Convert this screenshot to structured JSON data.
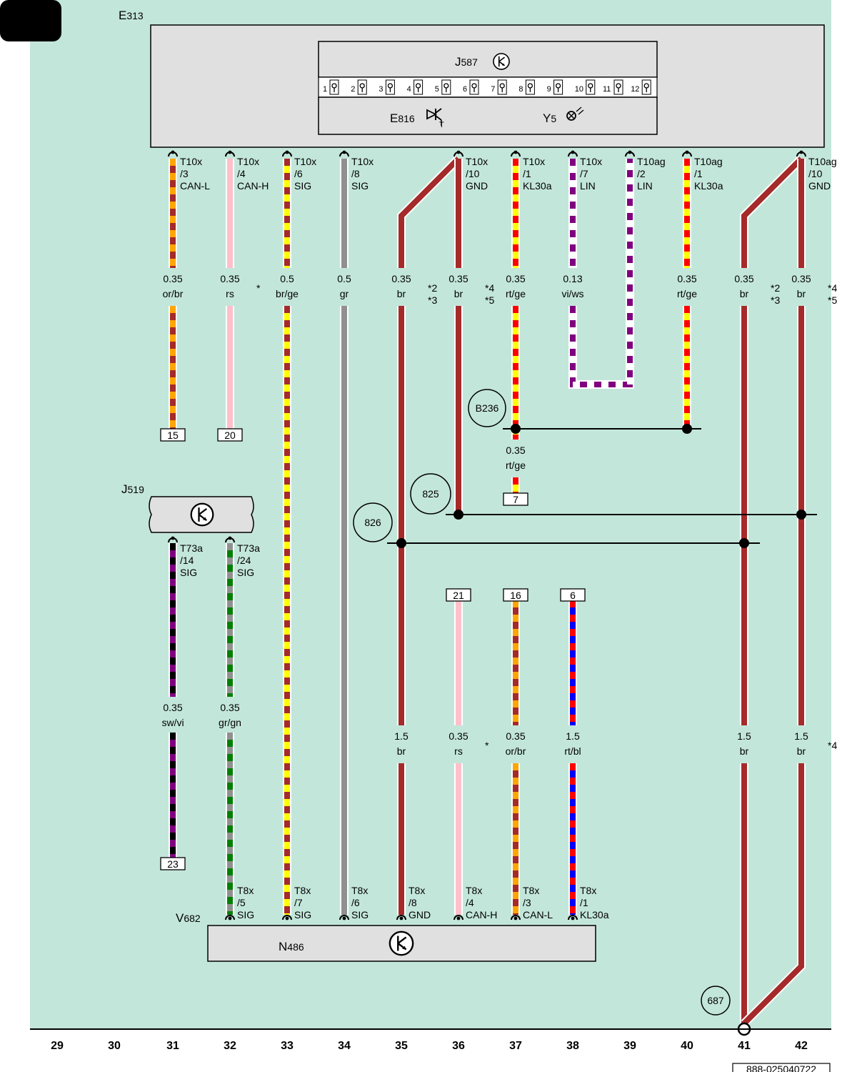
{
  "colors": {
    "background": "#c3e6da",
    "component_fill": "#e0e0e0",
    "br": "#a52a2a",
    "or": "#ffa500",
    "rs": "#ffc0cb",
    "ge": "#ffff00",
    "gr": "#909090",
    "rt": "#ff0000",
    "vi": "#800080",
    "ws": "#ffffff",
    "sw": "#000000",
    "gn": "#008000",
    "bl": "#0000ff"
  },
  "icons": {
    "control_unit": "control-unit-icon",
    "light_sensor": "light-sensor-icon",
    "lamp": "lamp-icon",
    "ground_point": "ground-point-icon",
    "connection_point": "connection-point-icon"
  },
  "components": {
    "E313": {
      "main": "E",
      "sub": "313"
    },
    "J587": {
      "main": "J",
      "sub": "587"
    },
    "E816": {
      "main": "E",
      "sub": "816"
    },
    "Y5": {
      "main": "Y",
      "sub": "5"
    },
    "J519": {
      "main": "J",
      "sub": "519"
    },
    "V682": {
      "main": "V",
      "sub": "682"
    },
    "N486": {
      "main": "N",
      "sub": "486"
    }
  },
  "pins": [
    "1",
    "2",
    "3",
    "4",
    "5",
    "6",
    "7",
    "8",
    "9",
    "10",
    "11",
    "12"
  ],
  "top_connectors": [
    {
      "id": "c31",
      "lines": [
        "T10x",
        "/3",
        "CAN-L"
      ]
    },
    {
      "id": "c32",
      "lines": [
        "T10x",
        "/4",
        "CAN-H"
      ]
    },
    {
      "id": "c33",
      "lines": [
        "T10x",
        "/6",
        "SIG"
      ]
    },
    {
      "id": "c34",
      "lines": [
        "T10x",
        "/8",
        "SIG"
      ]
    },
    {
      "id": "c36",
      "lines": [
        "T10x",
        "/10",
        "GND"
      ]
    },
    {
      "id": "c37",
      "lines": [
        "T10x",
        "/1",
        "KL30a"
      ]
    },
    {
      "id": "c38",
      "lines": [
        "T10x",
        "/7",
        "LIN"
      ]
    },
    {
      "id": "c39",
      "lines": [
        "T10ag",
        "/2",
        "LIN"
      ]
    },
    {
      "id": "c40",
      "lines": [
        "T10ag",
        "/1",
        "KL30a"
      ]
    },
    {
      "id": "c42",
      "lines": [
        "T10ag",
        "/10",
        "GND"
      ]
    }
  ],
  "j519_connectors": [
    {
      "id": "c31",
      "lines": [
        "T73a",
        "/14",
        "SIG"
      ]
    },
    {
      "id": "c32",
      "lines": [
        "T73a",
        "/24",
        "SIG"
      ]
    }
  ],
  "bottom_connectors": [
    {
      "id": "c32",
      "lines": [
        "T8x",
        "/5",
        "SIG"
      ]
    },
    {
      "id": "c33",
      "lines": [
        "T8x",
        "/7",
        "SIG"
      ]
    },
    {
      "id": "c34",
      "lines": [
        "T8x",
        "/6",
        "SIG"
      ]
    },
    {
      "id": "c35",
      "lines": [
        "T8x",
        "/8",
        "GND"
      ]
    },
    {
      "id": "c36",
      "lines": [
        "T8x",
        "/4",
        "CAN-H"
      ]
    },
    {
      "id": "c37",
      "lines": [
        "T8x",
        "/3",
        "CAN-L"
      ]
    },
    {
      "id": "c38",
      "lines": [
        "T8x",
        "/1",
        "KL30a"
      ]
    }
  ],
  "wire_specs": [
    {
      "id": "w31a",
      "size": "0.35",
      "color": "or/br",
      "note": ""
    },
    {
      "id": "w32a",
      "size": "0.35",
      "color": "rs",
      "note": "*"
    },
    {
      "id": "w33a",
      "size": "0.5",
      "color": "br/ge",
      "note": ""
    },
    {
      "id": "w34a",
      "size": "0.5",
      "color": "gr",
      "note": ""
    },
    {
      "id": "w35a",
      "size": "0.35",
      "color": "br",
      "note": "*2\n*3"
    },
    {
      "id": "w36a",
      "size": "0.35",
      "color": "br",
      "note": "*4\n*5"
    },
    {
      "id": "w37a",
      "size": "0.35",
      "color": "rt/ge",
      "note": ""
    },
    {
      "id": "w38a",
      "size": "0.13",
      "color": "vi/ws",
      "note": ""
    },
    {
      "id": "w40a",
      "size": "0.35",
      "color": "rt/ge",
      "note": ""
    },
    {
      "id": "w41a",
      "size": "0.35",
      "color": "br",
      "note": "*2\n*3"
    },
    {
      "id": "w42a",
      "size": "0.35",
      "color": "br",
      "note": "*4\n*5"
    },
    {
      "id": "w37b",
      "size": "0.35",
      "color": "rt/ge",
      "note": ""
    },
    {
      "id": "w31b",
      "size": "0.35",
      "color": "sw/vi",
      "note": ""
    },
    {
      "id": "w32b",
      "size": "0.35",
      "color": "gr/gn",
      "note": ""
    },
    {
      "id": "w35b",
      "size": "1.5",
      "color": "br",
      "note": ""
    },
    {
      "id": "w36b",
      "size": "0.35",
      "color": "rs",
      "note": "*"
    },
    {
      "id": "w37c",
      "size": "0.35",
      "color": "or/br",
      "note": ""
    },
    {
      "id": "w38b",
      "size": "1.5",
      "color": "rt/bl",
      "note": ""
    },
    {
      "id": "w41b",
      "size": "1.5",
      "color": "br",
      "note": ""
    },
    {
      "id": "w42b",
      "size": "1.5",
      "color": "br",
      "note": "*4"
    }
  ],
  "continuation_boxes": [
    "15",
    "20",
    "7",
    "21",
    "16",
    "6",
    "23"
  ],
  "ground_connections": [
    "B236",
    "825",
    "826",
    "687"
  ],
  "column_numbers": [
    "29",
    "30",
    "31",
    "32",
    "33",
    "34",
    "35",
    "36",
    "37",
    "38",
    "39",
    "40",
    "41",
    "42"
  ],
  "doc_id": "888-025040722"
}
